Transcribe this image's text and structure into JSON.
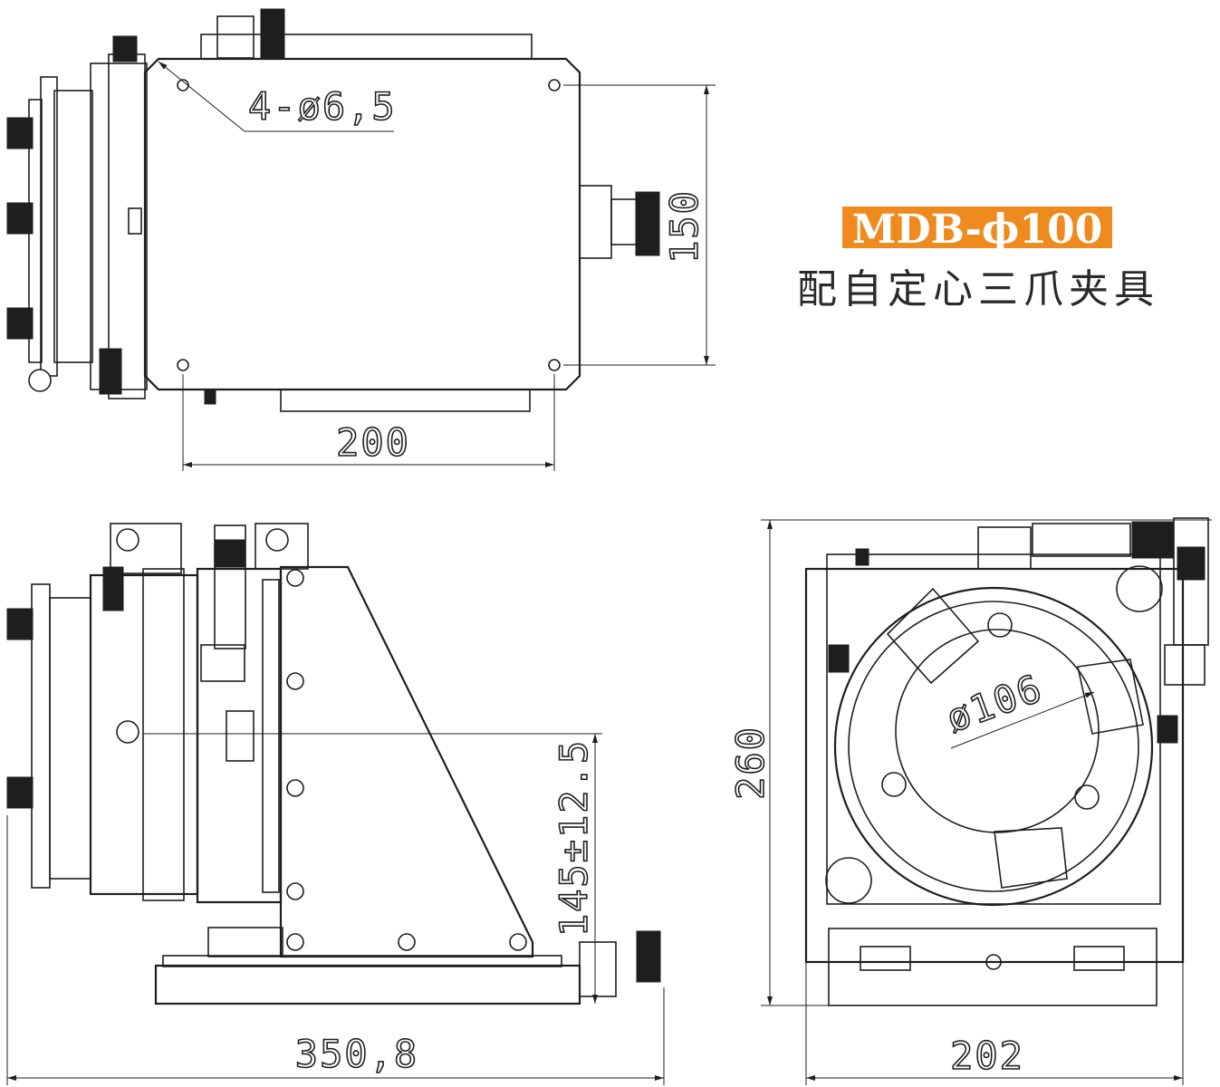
{
  "product": {
    "model": "MDB-ϕ100",
    "description": "配自定心三爪夹具",
    "accent_color": "#ee8a1e"
  },
  "dimensions": {
    "top_view": {
      "holes": "4-ø6,5",
      "height": "150",
      "width": "200"
    },
    "side_view": {
      "center_height": "145±12.5",
      "length": "350,8"
    },
    "front_view": {
      "diameter": "ø106",
      "height": "260",
      "width": "202"
    }
  }
}
